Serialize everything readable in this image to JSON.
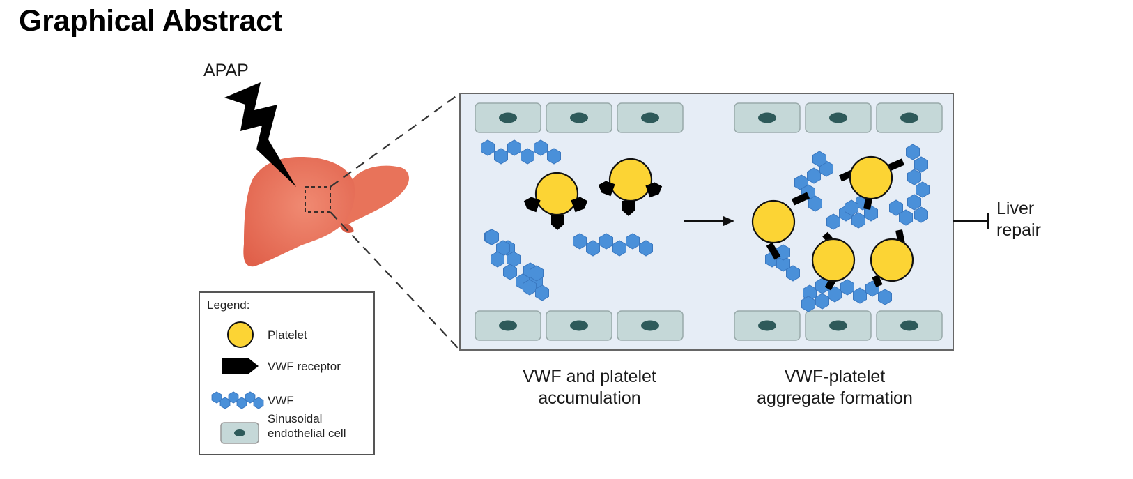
{
  "title": "Graphical Abstract",
  "stimulus_label": "APAP",
  "captions": {
    "left": [
      "VWF and platelet",
      "accumulation"
    ],
    "right": [
      "VWF-platelet",
      "aggregate formation"
    ]
  },
  "outcome": [
    "Liver",
    "repair"
  ],
  "legend": {
    "title": "Legend:",
    "items": [
      {
        "icon": "platelet-icon",
        "label": [
          "Platelet"
        ]
      },
      {
        "icon": "vwf-receptor-icon",
        "label": [
          "VWF receptor"
        ]
      },
      {
        "icon": "vwf-icon",
        "label": [
          "VWF"
        ]
      },
      {
        "icon": "endothelial-cell-icon",
        "label": [
          "Sinusoidal",
          "endothelial cell"
        ]
      }
    ]
  },
  "colors": {
    "liver": "#e8735a",
    "platelet": "#fcd434",
    "vwf": "#4a90d9",
    "endothelial_cell": "#c5d8d8",
    "nucleus": "#2e5a5a",
    "sinusoid_background": "#e6edf6",
    "receptor": "#000000"
  }
}
